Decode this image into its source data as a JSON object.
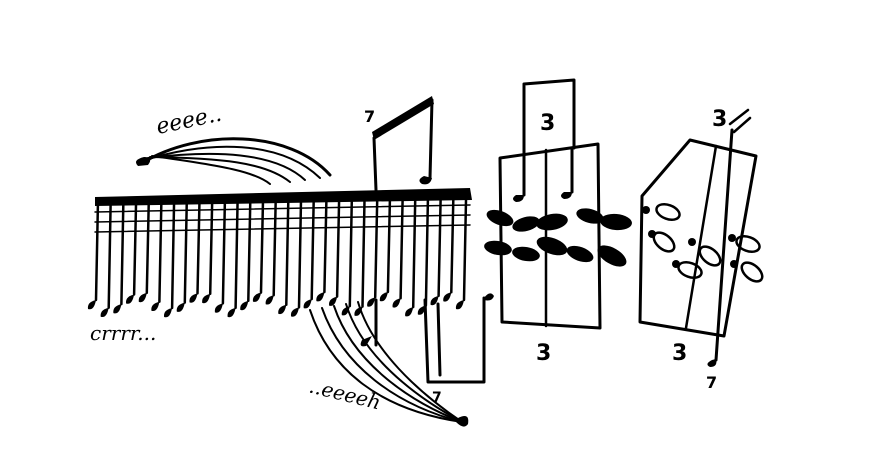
{
  "annotations": {
    "top_left": "eeee..",
    "bottom_left": "crrrr...",
    "bottom_center": "..eeeeh",
    "tuplet_left": "3",
    "tuplet_left_bottom": "3",
    "tuplet_right": "3",
    "tuplet_right_bottom": "3",
    "flag_mark_1": "7",
    "flag_mark_2": "7",
    "flag_mark_3": "7"
  },
  "colors": {
    "ink": "#000000",
    "paper": "#ffffff"
  },
  "dense_stem_count": 30
}
